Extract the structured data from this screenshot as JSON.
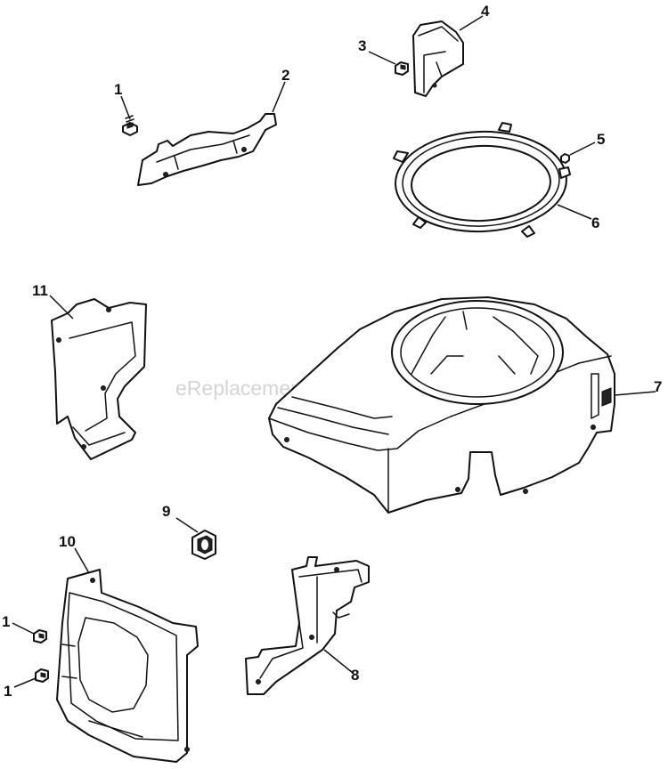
{
  "watermark": "eReplacementParts.com",
  "callouts": {
    "c1a": "1",
    "c1b": "1",
    "c1c": "1",
    "c2": "2",
    "c3": "3",
    "c4": "4",
    "c5": "5",
    "c6": "6",
    "c7": "7",
    "c8": "8",
    "c9": "9",
    "c10": "10",
    "c11": "11"
  }
}
